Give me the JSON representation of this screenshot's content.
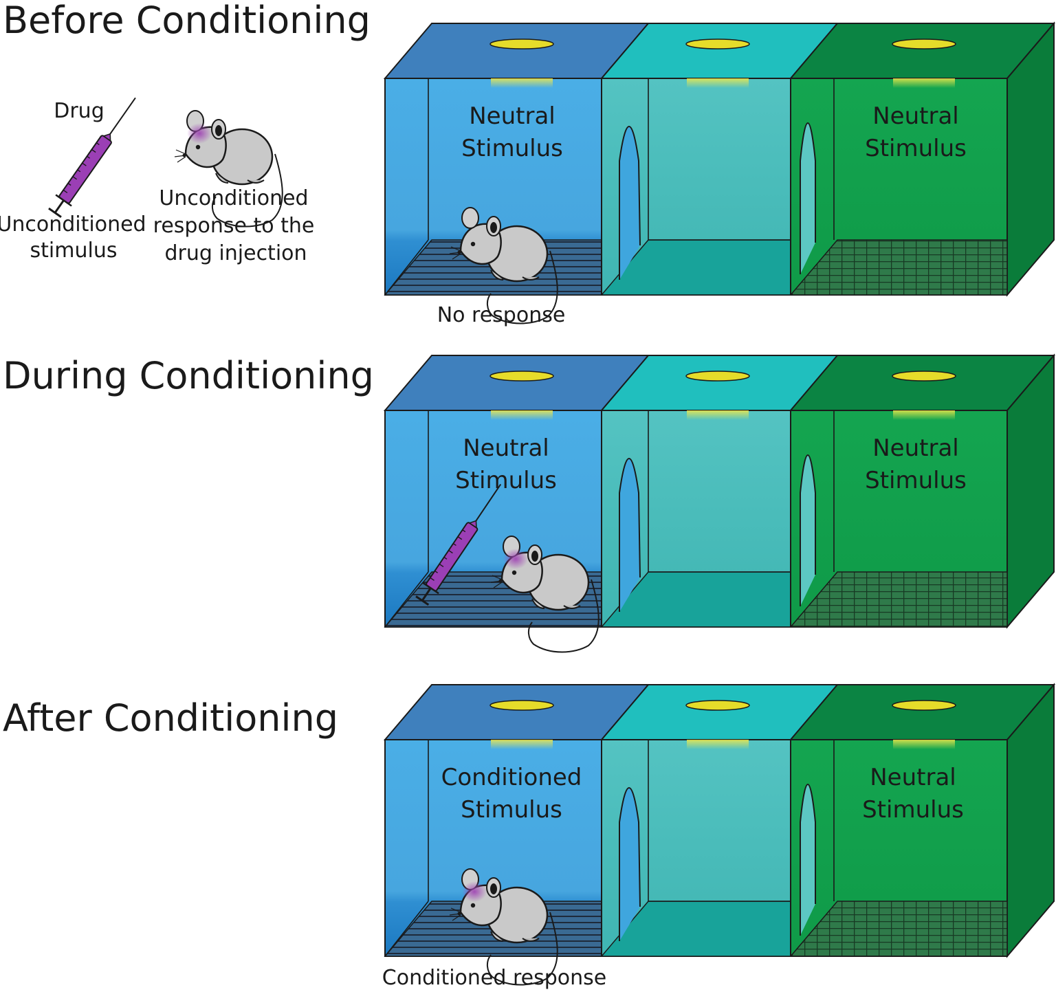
{
  "colors": {
    "blue_front": "#4aaee6",
    "blue_top": "#3f80bd",
    "teal_front": "#54c3c2",
    "teal_top": "#20bfbe",
    "green_front": "#14a550",
    "green_top": "#0b8443",
    "green_side": "#0a7c3a",
    "light": "#e6dc2a",
    "injection_spot": "#a047b4",
    "syringe": "#9b3fb5",
    "mouse": "#c9c9c9"
  },
  "sections": [
    {
      "title": "Before Conditioning",
      "left_label": "Neutral Stimulus",
      "right_label": "Neutral Stimulus",
      "response": "No response",
      "mouse_marked": false,
      "syringe_in_box": false
    },
    {
      "title": "During Conditioning",
      "left_label": "Neutral Stimulus",
      "right_label": "Neutral Stimulus",
      "response": "",
      "mouse_marked": true,
      "syringe_in_box": true
    },
    {
      "title": "After Conditioning",
      "left_label": "Conditioned Stimulus",
      "right_label": "Neutral Stimulus",
      "response": "Conditioned response",
      "mouse_marked": true,
      "syringe_in_box": false
    }
  ],
  "legend": {
    "drug": "Drug",
    "us_line1": "Unconditioned",
    "us_line2": "stimulus",
    "ur_line1": "Unconditioned",
    "ur_line2": "response to the",
    "ur_line3": "drug injection"
  }
}
